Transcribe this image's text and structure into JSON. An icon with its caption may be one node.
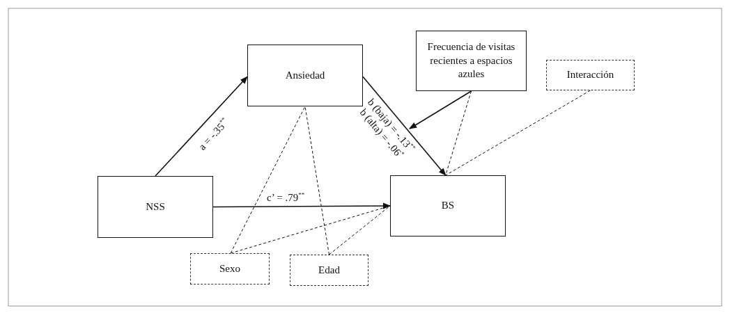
{
  "diagram": {
    "nodes": [
      {
        "text": [
          "NSS"
        ]
      },
      {
        "text": [
          "Ansiedad"
        ]
      },
      {
        "text": [
          "Frecuencia de visitas recientes a espacios azules"
        ]
      },
      {
        "text": [
          "Interacción"
        ]
      },
      {
        "text": [
          "BS"
        ]
      },
      {
        "text": [
          "Sexo"
        ]
      },
      {
        "text": [
          "Edad"
        ]
      }
    ],
    "edges": [
      {
        "from": 0,
        "to": 1,
        "arrow": "to",
        "label": "a = -.35$^{**}$"
      },
      {
        "from": 1,
        "to": 4,
        "arrow": "to",
        "label": "b (baja) = -.13$^{**}$ b (alta) = -.06$^{*}$"
      },
      {
        "from": 2,
        "to": null,
        "arrow": "to"
      },
      {
        "from": 0,
        "to": 4,
        "arrow": "to",
        "label": "c’ = .79$^{**}$"
      },
      {
        "from": 2,
        "to": 4,
        "arrow": "none",
        "style": "dashed"
      },
      {
        "from": 3,
        "to": 4,
        "arrow": "none",
        "style": "dashed"
      },
      {
        "from": 5,
        "to": 1,
        "arrow": "none",
        "style": "dashed"
      },
      {
        "from": 5,
        "to": 4,
        "arrow": "none",
        "style": "dashed"
      },
      {
        "from": 6,
        "to": 1,
        "arrow": "none",
        "style": "dashed"
      },
      {
        "from": 6,
        "to": 4,
        "arrow": "none",
        "style": "dashed"
      }
    ]
  }
}
